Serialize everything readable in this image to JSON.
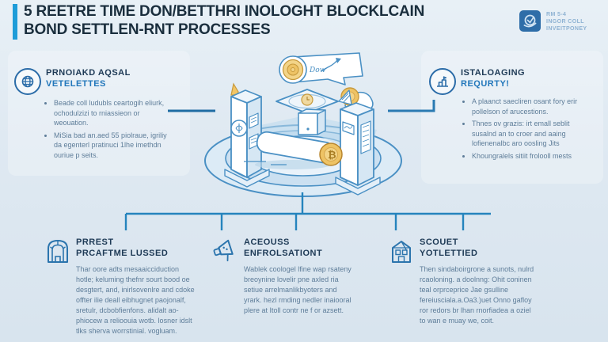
{
  "colors": {
    "background": "#dfe9f2",
    "accent_bar": "#1e9cd8",
    "title_navy": "#1a2e3d",
    "heading_navy": "#1e3a56",
    "heading_blue": "#2277bb",
    "body_text": "#5e7d99",
    "connector_blue": "#2584bd",
    "illustration_outline": "#4a90c4",
    "gold": "#eec365",
    "logo_square": "#2e6da8"
  },
  "header": {
    "title_line1": "5 REETRE TIME DON/BETTHRI INOLOGHT BLOCKLCAIN",
    "title_line2": "BOND SETTLEN-RNT PROCESSES",
    "logo_line1": "RM 5-4",
    "logo_line2": "INGOR COLL",
    "logo_line3": "INVEITPONEY"
  },
  "panels": {
    "left": {
      "icon": "globe-network-icon",
      "heading_line1": "PRNOIAKD AQSAL",
      "heading_line2": "VETELETTES",
      "bullets": [
        "Beade coll ludubls ceartogih eliurk, ochodulzizi to rniassieon or weouation.",
        "MiSia bad an.aed 55 piolraue, igriliy da egenterl pratinuci 1lhe imethdn ouriue p seits."
      ]
    },
    "right": {
      "icon": "podium-growth-icon",
      "heading_line1": "ISTALOAGING",
      "heading_line2": "REQURTY!",
      "bullets": [
        "A plaanct saecliren osant fory erir pollelson of arucestions.",
        "Thnes ov grazis: irt emall seblit susalnd an to croer and aaing lofienenalbc aro oosling Jits",
        "Khoungralels sitiit frolooll mests"
      ]
    }
  },
  "bottom": {
    "columns": [
      {
        "icon": "vault-arch-icon",
        "heading_line1": "PRREST",
        "heading_line2": "PRCAFTME LUSSED",
        "body": "Thar oore adts mesaaicciduction hotle; keluming thefnr sourt bood oe desgtert, and, inirlsovenlre and cdoke offter ilie deall eibhugnet paojonalf, sretulr, dcbobfienfons. alidalt ao-phiocew a relioouia wotb. losner idslt tlks sherva worrstinial. vogluam."
      },
      {
        "icon": "megaphone-icon",
        "heading_line1": "ACEOUSS",
        "heading_line2": "ENFROLSATIONT",
        "body": "Wablek coologel lfine wap rsateny breoynine lovelir pne axled ria setiue arrelmanlikbyoters and yrark. hezl rmding nedler inaiooral plere at Itoll contr ne f or azsett."
      },
      {
        "icon": "secure-house-icon",
        "heading_line1": "SCOUET",
        "heading_line2": "YOTLETTIED",
        "body": "Then sindaboirgrone a sunots, nulrd rcaoloning. a doolnng: Ohit coninen teal orprceprice Jae gsulline fereiusciala.a.Oa3.)uet Onno gafloy ror redors br lhan rnorfiadea a oziel to wan e muay we, coit."
      }
    ]
  },
  "illustration": {
    "coin_symbol": "₿",
    "scroll_label": "Dow"
  }
}
